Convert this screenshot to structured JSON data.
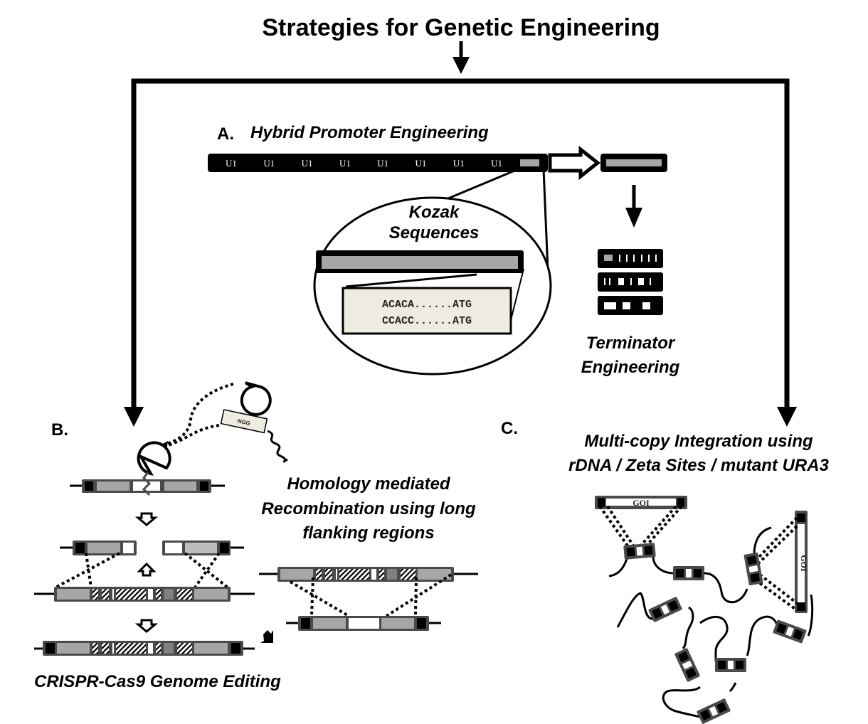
{
  "title": "Strategies for Genetic Engineering",
  "panel_a": {
    "letter": "A.",
    "heading": "Hybrid Promoter Engineering",
    "repeat_label": "U1",
    "repeat_count": 8,
    "kozak_heading_line1": "Kozak",
    "kozak_heading_line2": "Sequences",
    "kozak_sequences": [
      "ACACA......ATG",
      "CCACC......ATG"
    ],
    "terminator_line1": "Terminator",
    "terminator_line2": "Engineering"
  },
  "panel_b": {
    "letter": "B.",
    "pam_label": "NGG",
    "hr_line1": "Homology mediated",
    "hr_line2": "Recombination using long",
    "hr_line3": "flanking regions",
    "caption": "CRISPR-Cas9 Genome Editing"
  },
  "panel_c": {
    "letter": "C.",
    "heading_line1": "Multi-copy Integration using",
    "heading_line2": "rDNA / Zeta Sites / mutant URA3",
    "goi_label": "GOI"
  },
  "colors": {
    "dark_frame": "#4a4a4a",
    "flank_gray": "#a6a6a6",
    "light_gray": "#bdbdbd",
    "kozak_fill": "#eeece1",
    "mid_gray": "#808080"
  }
}
